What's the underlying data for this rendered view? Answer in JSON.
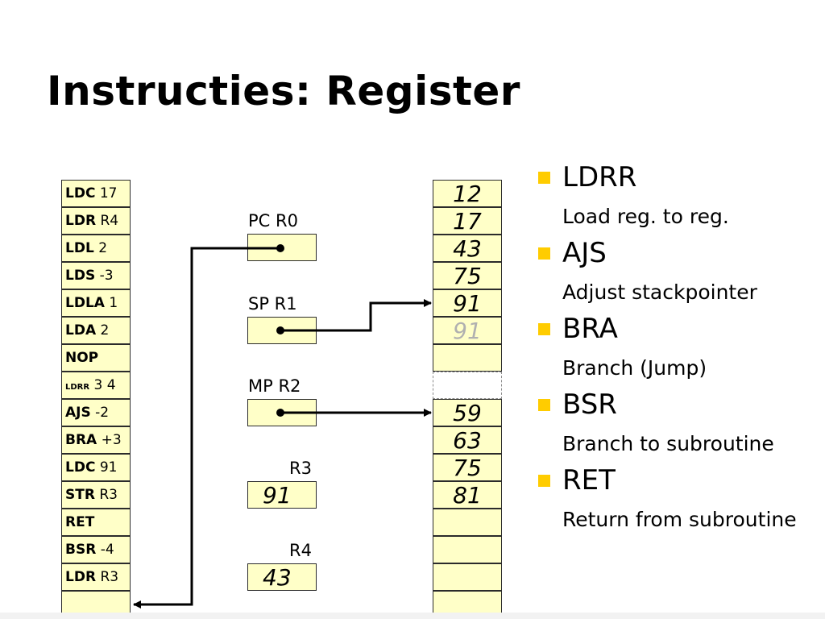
{
  "title": "Instructies: Register",
  "program": [
    {
      "op": "LDC",
      "arg": "17"
    },
    {
      "op": "LDR",
      "arg": "R4"
    },
    {
      "op": "LDL",
      "arg": "2"
    },
    {
      "op": "LDS",
      "arg": "-3"
    },
    {
      "op": "LDLA",
      "arg": "1"
    },
    {
      "op": "LDA",
      "arg": "2"
    },
    {
      "op": "NOP",
      "arg": ""
    },
    {
      "op": "LDRR",
      "arg": "3 4"
    },
    {
      "op": "AJS",
      "arg": "-2"
    },
    {
      "op": "BRA",
      "arg": "+3"
    },
    {
      "op": "LDC",
      "arg": "91"
    },
    {
      "op": "STR",
      "arg": "R3"
    },
    {
      "op": "RET",
      "arg": ""
    },
    {
      "op": "BSR",
      "arg": "-4"
    },
    {
      "op": "LDR",
      "arg": "R3"
    },
    {
      "op": "",
      "arg": ""
    }
  ],
  "registers": {
    "pc_label": "PC  R0",
    "sp_label": "SP  R1",
    "mp_label": "MP  R2",
    "r3_label": "R3",
    "r4_label": "R4",
    "r3_value": "91",
    "r4_value": "43"
  },
  "stack": [
    "12",
    "17",
    "43",
    "75",
    "91",
    "91",
    "",
    "",
    "59",
    "63",
    "75",
    "81",
    "",
    "",
    "",
    ""
  ],
  "bullets": [
    {
      "name": "LDRR",
      "desc": "Load reg. to reg."
    },
    {
      "name": "AJS",
      "desc": "Adjust stackpointer"
    },
    {
      "name": "BRA",
      "desc": "Branch (Jump)"
    },
    {
      "name": "BSR",
      "desc": "Branch to subroutine"
    },
    {
      "name": "RET",
      "desc": "Return from subroutine"
    }
  ],
  "colors": {
    "cell_fill": "#ffffc8",
    "bullet": "#ffcc00",
    "faded_text": "#b0b0b0"
  }
}
